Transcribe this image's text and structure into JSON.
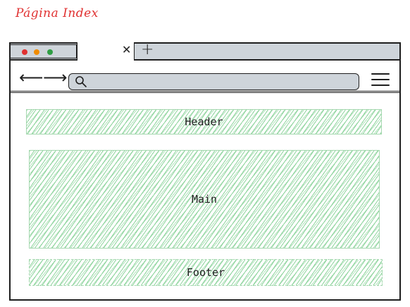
{
  "title": "Página Index",
  "browser": {
    "tab_close_icon": "close-icon",
    "new_tab_icon": "plus-icon",
    "nav": {
      "back_icon": "arrow-left-icon",
      "forward_icon": "arrow-right-icon",
      "search_icon": "search-icon",
      "menu_icon": "hamburger-menu-icon"
    },
    "dot_colors": [
      "#e03131",
      "#f08c00",
      "#2f9e44"
    ]
  },
  "sections": {
    "header": "Header",
    "main": "Main",
    "footer": "Footer"
  },
  "colors": {
    "title": "#e03131",
    "hatch": "#8ed49d",
    "chrome": "#ced4da"
  }
}
